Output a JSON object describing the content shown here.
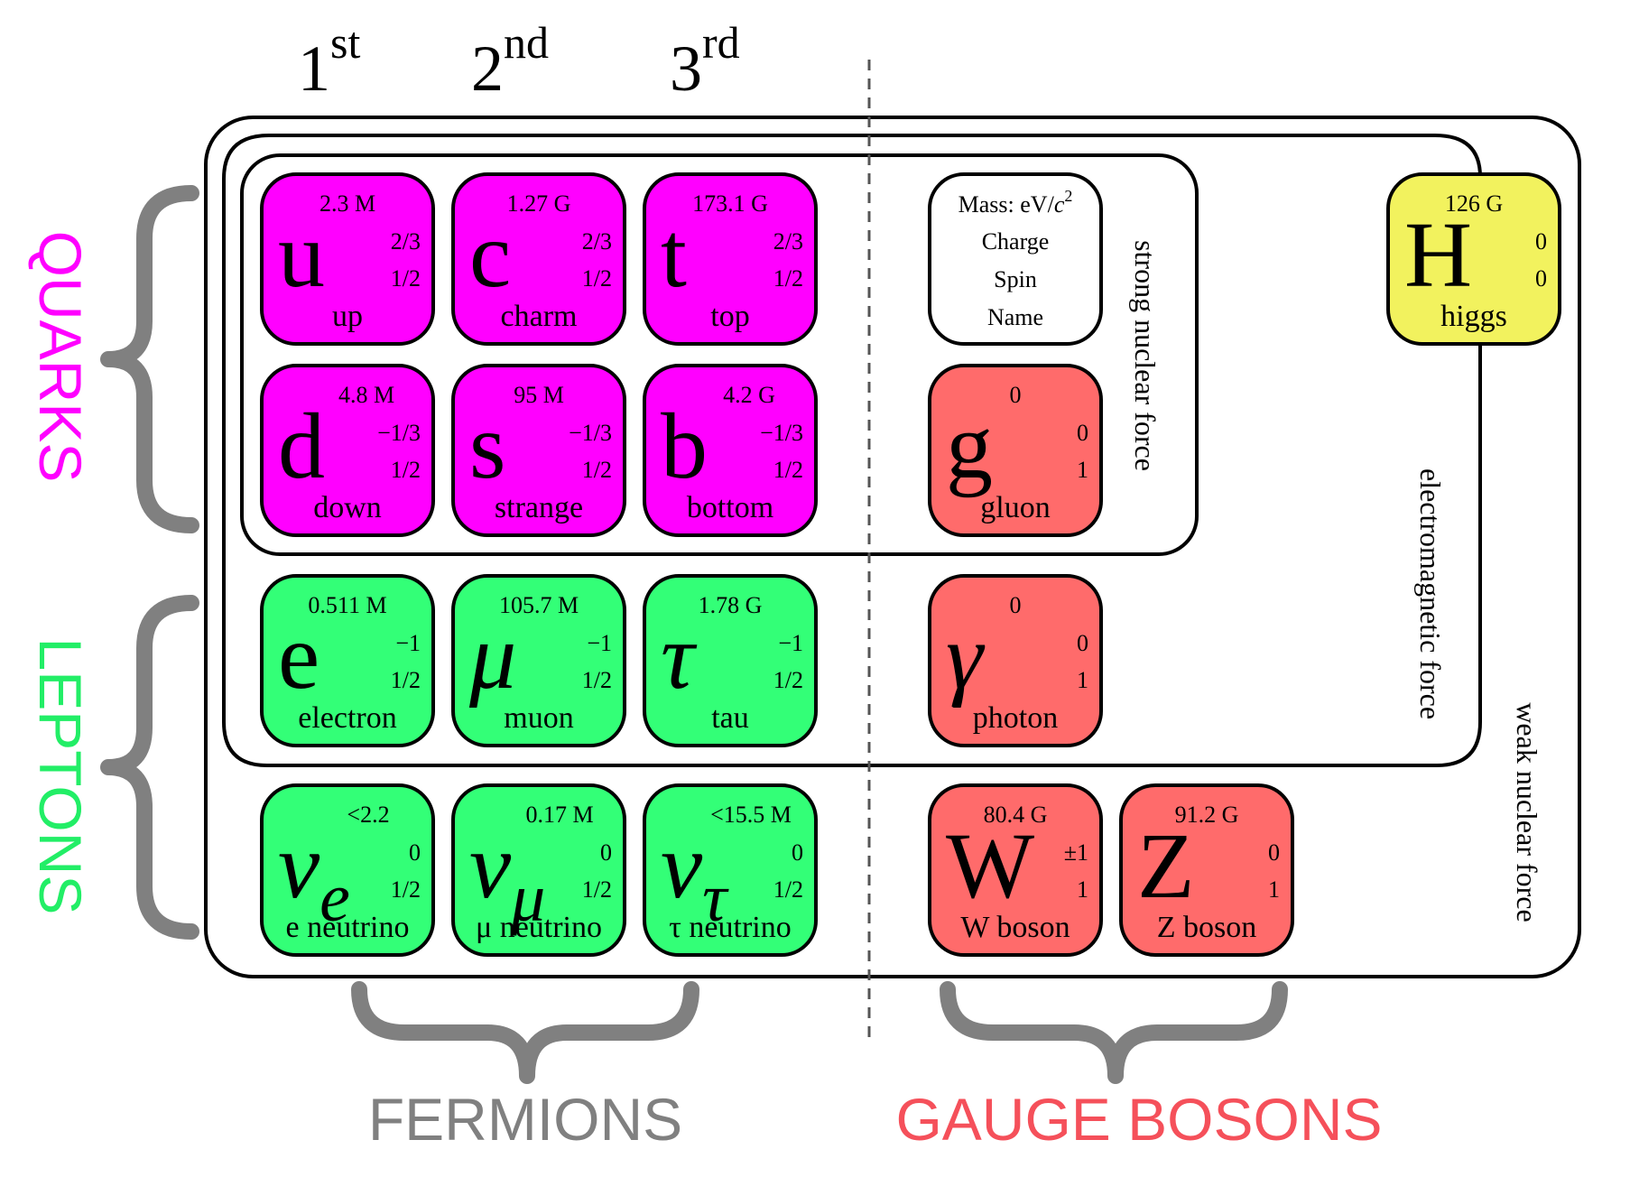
{
  "generations": [
    {
      "num": "1",
      "sup": "st"
    },
    {
      "num": "2",
      "sup": "nd"
    },
    {
      "num": "3",
      "sup": "rd"
    }
  ],
  "legend_card": {
    "mass": "Mass: eV/",
    "mass_unit_c": "c",
    "mass_unit_exp": "2",
    "charge": "Charge",
    "spin": "Spin",
    "name": "Name"
  },
  "force_labels": {
    "strong": "strong nuclear force",
    "em": "electromagnetic force",
    "weak": "weak nuclear force"
  },
  "group_labels": {
    "quarks": "QUARKS",
    "leptons": "LEPTONS",
    "fermions": "FERMIONS",
    "gauge_bosons": "GAUGE BOSONS"
  },
  "colors": {
    "quark": "#ff00ff",
    "lepton": "#33ff77",
    "gauge": "#ff6b6b",
    "higgs": "#f2f25e",
    "quarks_label": "#ff00ff",
    "leptons_label": "#22ee66",
    "fermions_label": "#808080",
    "gauge_label": "#f5505a",
    "brace": "#808080"
  },
  "particles": [
    {
      "key": "up",
      "symbol": "u",
      "sub": "",
      "symbol_italic": false,
      "mass": "2.3 M",
      "charge": "2/3",
      "spin": "1/2",
      "name": "up",
      "kind": "quark"
    },
    {
      "key": "charm",
      "symbol": "c",
      "sub": "",
      "symbol_italic": false,
      "mass": "1.27 G",
      "charge": "2/3",
      "spin": "1/2",
      "name": "charm",
      "kind": "quark"
    },
    {
      "key": "top",
      "symbol": "t",
      "sub": "",
      "symbol_italic": false,
      "mass": "173.1 G",
      "charge": "2/3",
      "spin": "1/2",
      "name": "top",
      "kind": "quark"
    },
    {
      "key": "down",
      "symbol": "d",
      "sub": "",
      "symbol_italic": false,
      "mass": "4.8 M",
      "charge": "−1/3",
      "spin": "1/2",
      "name": "down",
      "kind": "quark"
    },
    {
      "key": "strange",
      "symbol": "s",
      "sub": "",
      "symbol_italic": false,
      "mass": "95 M",
      "charge": "−1/3",
      "spin": "1/2",
      "name": "strange",
      "kind": "quark"
    },
    {
      "key": "bottom",
      "symbol": "b",
      "sub": "",
      "symbol_italic": false,
      "mass": "4.2 G",
      "charge": "−1/3",
      "spin": "1/2",
      "name": "bottom",
      "kind": "quark"
    },
    {
      "key": "electron",
      "symbol": "e",
      "sub": "",
      "symbol_italic": false,
      "mass": "0.511 M",
      "charge": "−1",
      "spin": "1/2",
      "name": "electron",
      "kind": "lepton"
    },
    {
      "key": "muon",
      "symbol": "μ",
      "sub": "",
      "symbol_italic": true,
      "mass": "105.7 M",
      "charge": "−1",
      "spin": "1/2",
      "name": "muon",
      "kind": "lepton"
    },
    {
      "key": "tau",
      "symbol": "τ",
      "sub": "",
      "symbol_italic": true,
      "mass": "1.78 G",
      "charge": "−1",
      "spin": "1/2",
      "name": "tau",
      "kind": "lepton"
    },
    {
      "key": "e-neutrino",
      "symbol": "ν",
      "sub": "e",
      "symbol_italic": true,
      "mass": "<2.2",
      "charge": "0",
      "spin": "1/2",
      "name": "e neutrino",
      "kind": "lepton"
    },
    {
      "key": "mu-neutrino",
      "symbol": "ν",
      "sub": "μ",
      "symbol_italic": true,
      "mass": "0.17 M",
      "charge": "0",
      "spin": "1/2",
      "name": "μ neutrino",
      "kind": "lepton"
    },
    {
      "key": "tau-neutrino",
      "symbol": "ν",
      "sub": "τ",
      "symbol_italic": true,
      "mass": "<15.5 M",
      "charge": "0",
      "spin": "1/2",
      "name": "τ neutrino",
      "kind": "lepton"
    },
    {
      "key": "gluon",
      "symbol": "g",
      "sub": "",
      "symbol_italic": false,
      "mass": "0",
      "charge": "0",
      "spin": "1",
      "name": "gluon",
      "kind": "gauge"
    },
    {
      "key": "photon",
      "symbol": "γ",
      "sub": "",
      "symbol_italic": true,
      "mass": "0",
      "charge": "0",
      "spin": "1",
      "name": "photon",
      "kind": "gauge"
    },
    {
      "key": "w-boson",
      "symbol": "W",
      "sub": "",
      "symbol_italic": false,
      "mass": "80.4 G",
      "charge": "±1",
      "spin": "1",
      "name": "W boson",
      "kind": "gauge"
    },
    {
      "key": "z-boson",
      "symbol": "Z",
      "sub": "",
      "symbol_italic": false,
      "mass": "91.2 G",
      "charge": "0",
      "spin": "1",
      "name": "Z boson",
      "kind": "gauge"
    },
    {
      "key": "higgs",
      "symbol": "H",
      "sub": "",
      "symbol_italic": false,
      "mass": "126 G",
      "charge": "0",
      "spin": "0",
      "name": "higgs",
      "kind": "higgs"
    }
  ]
}
